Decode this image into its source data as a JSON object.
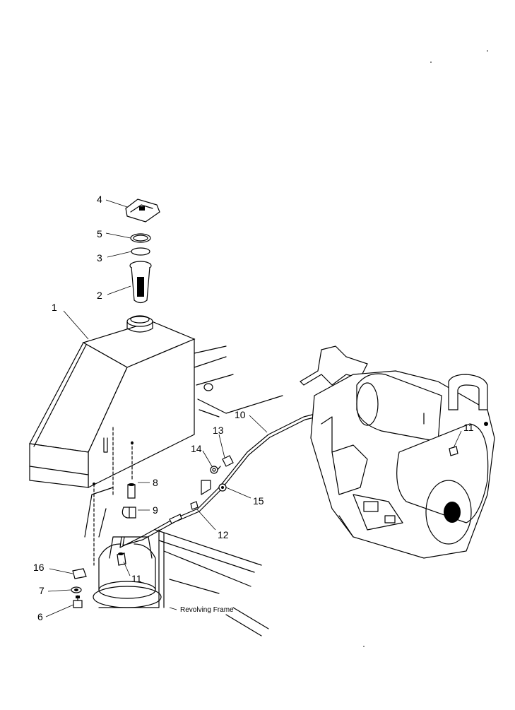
{
  "callouts": [
    {
      "id": "c1",
      "label": "1"
    },
    {
      "id": "c2",
      "label": "2"
    },
    {
      "id": "c3",
      "label": "3"
    },
    {
      "id": "c4",
      "label": "4"
    },
    {
      "id": "c5",
      "label": "5"
    },
    {
      "id": "c6",
      "label": "6"
    },
    {
      "id": "c7",
      "label": "7"
    },
    {
      "id": "c8",
      "label": "8"
    },
    {
      "id": "c9",
      "label": "9"
    },
    {
      "id": "c10",
      "label": "10"
    },
    {
      "id": "c11a",
      "label": "11"
    },
    {
      "id": "c11b",
      "label": "11"
    },
    {
      "id": "c12",
      "label": "12"
    },
    {
      "id": "c13",
      "label": "13"
    },
    {
      "id": "c14",
      "label": "14"
    },
    {
      "id": "c15",
      "label": "15"
    },
    {
      "id": "c16",
      "label": "16"
    }
  ],
  "frame_label": "Revolving Frame",
  "colors": {
    "ink": "#000000",
    "paper": "#ffffff"
  }
}
